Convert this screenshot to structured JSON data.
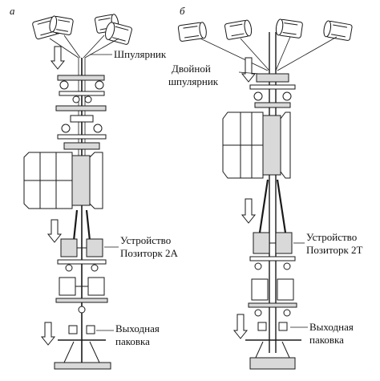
{
  "panels": [
    {
      "letter": "а",
      "labels": {
        "creel": "Шпулярник",
        "device_line1": "Устройство",
        "device_line2": "Позиторк 2А",
        "output_line1": "Выходная",
        "output_line2": "паковка"
      }
    },
    {
      "letter": "б",
      "labels": {
        "creel_line1": "Двойной",
        "creel_line2": "шпулярник",
        "device_line1": "Устройство",
        "device_line2": "Позиторк 2Т",
        "output_line1": "Выходная",
        "output_line2": "паковка"
      }
    }
  ],
  "colors": {
    "ink": "#1a1a1a",
    "fill": "#ffffff",
    "shade": "#d9d9d9"
  }
}
